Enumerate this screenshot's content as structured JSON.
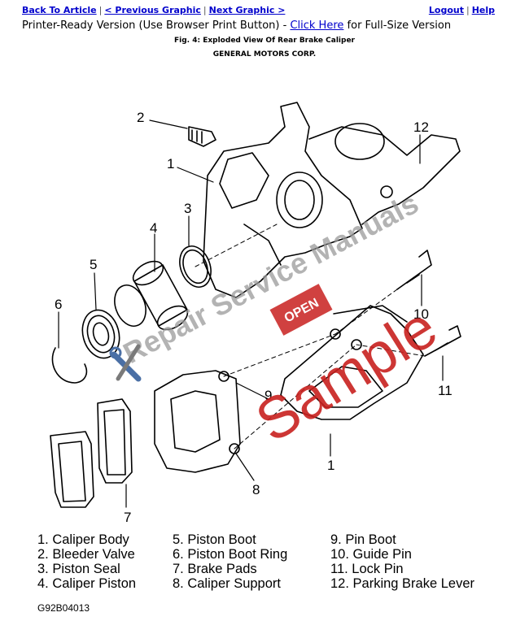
{
  "nav": {
    "back": "Back To Article",
    "prev": "< Previous Graphic",
    "next": "Next Graphic >",
    "logout": "Logout",
    "help": "Help"
  },
  "printer": {
    "prefix": "Printer-Ready Version (Use Browser Print Button) - ",
    "link": "Click Here",
    "suffix": " for Full-Size Version"
  },
  "figure": {
    "title": "Fig. 4: Exploded View Of Rear Brake Caliper",
    "corp": "GENERAL MOTORS CORP.",
    "code": "G92B04013"
  },
  "callouts": [
    "1",
    "2",
    "3",
    "4",
    "5",
    "6",
    "7",
    "8",
    "9",
    "10",
    "11",
    "12",
    "1"
  ],
  "watermark": {
    "brand": "Repair Service Manuals",
    "stamp": "OPEN",
    "sample": "Sample"
  },
  "legend": {
    "col1": [
      "1. Caliper Body",
      "2. Bleeder Valve",
      "3. Piston Seal",
      "4. Caliper Piston"
    ],
    "col2": [
      "5. Piston Boot",
      "6. Piston Boot Ring",
      "7. Brake Pads",
      "8. Caliper Support"
    ],
    "col3": [
      "9. Pin Boot",
      "10. Guide Pin",
      "11. Lock Pin",
      "12. Parking Brake Lever"
    ]
  },
  "colors": {
    "link": "#0000cc",
    "watermark_red": "#c8201e",
    "watermark_gray": "#9a9a9a"
  }
}
